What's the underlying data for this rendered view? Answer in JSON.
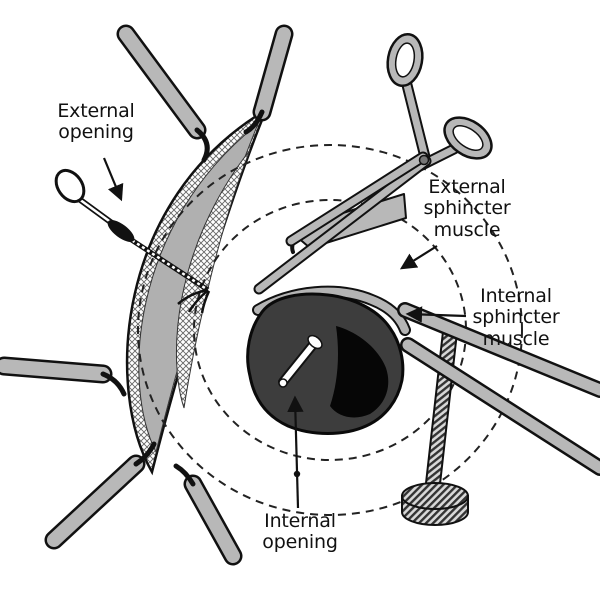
{
  "figure": {
    "labels": {
      "external_opening": "External opening",
      "external_sphincter": "External sphincter muscle",
      "internal_sphincter": "Internal sphincter muscle",
      "internal_opening": "Internal opening"
    },
    "colors": {
      "background": "#ffffff",
      "outline": "#111111",
      "instrument_gray": "#b8b8b8",
      "wound_gray": "#b0b0b0",
      "cavity_dark": "#3d3d3d",
      "cavity_black": "#060606",
      "text": "#111111"
    }
  }
}
